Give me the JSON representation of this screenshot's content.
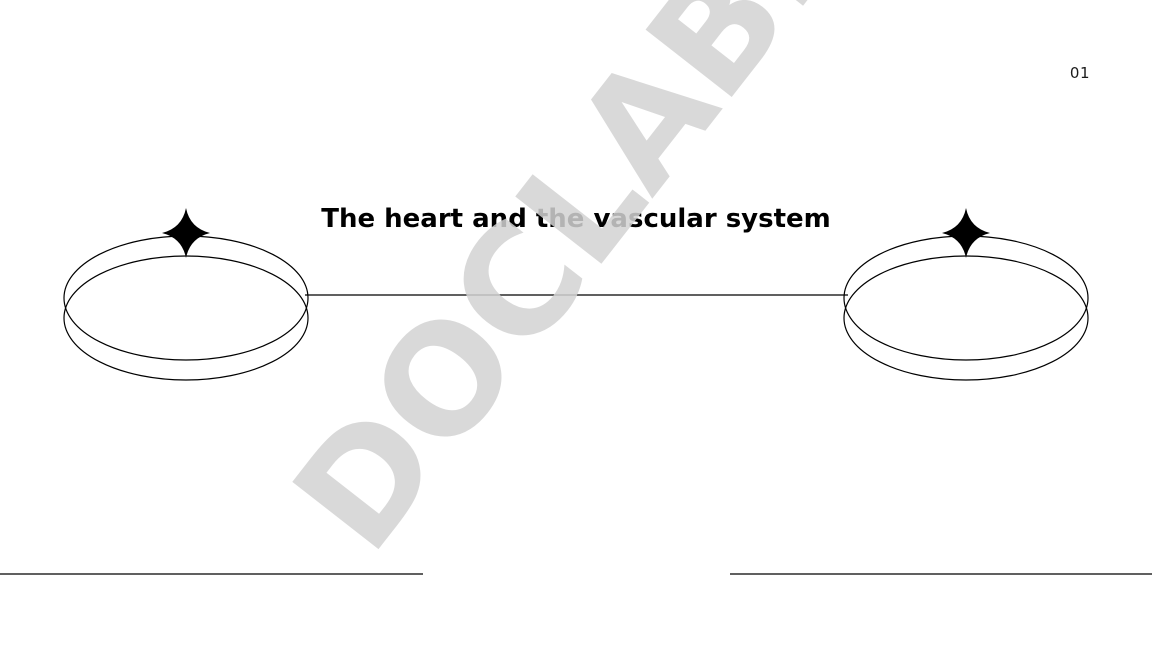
{
  "slide": {
    "number": "01",
    "title": "The heart and the vascular system"
  },
  "watermark": {
    "text": "DOCLAB.UZ",
    "color": "#d2d2d2"
  },
  "colors": {
    "background": "#ffffff",
    "line": "#000000",
    "text": "#000000"
  },
  "icons": {
    "sparkle": "four-point-star-icon"
  }
}
